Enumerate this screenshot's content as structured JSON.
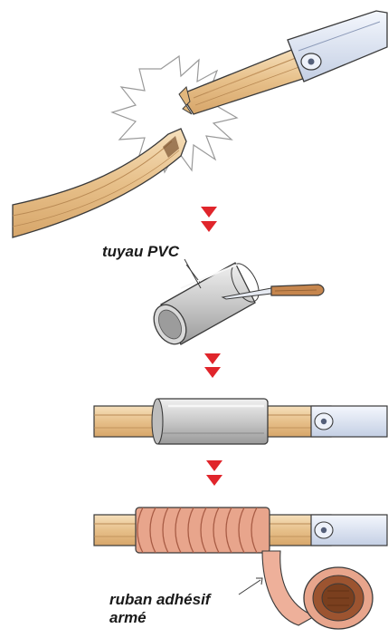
{
  "labels": {
    "pvc_pipe": "tuyau PVC",
    "tape_line1": "ruban adhésif",
    "tape_line2": "armé"
  },
  "colors": {
    "wood_light": "#f1d3a6",
    "wood_mid": "#e2b77c",
    "wood_dark": "#b98a55",
    "metal_ferrule": "#dfe6f4",
    "pvc_grey": "#c9c9c9",
    "tape": "#e8a58c",
    "tape_roll_dark": "#7a3f1e",
    "arrow_red": "#e0252b",
    "outline": "#3a3a3a"
  }
}
